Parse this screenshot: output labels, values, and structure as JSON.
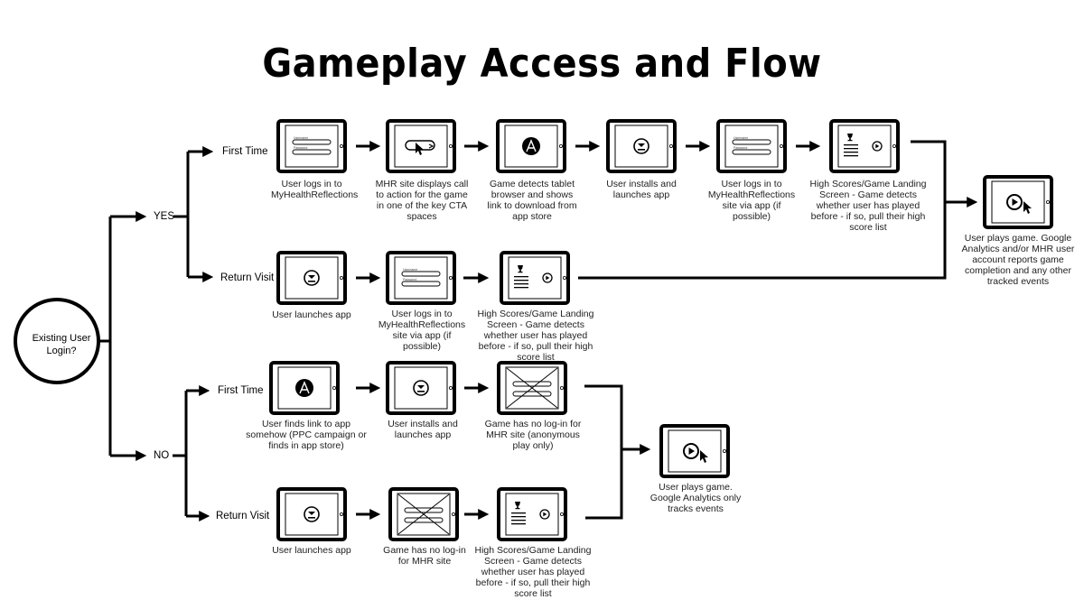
{
  "title": "Gameplay Access and Flow",
  "start": {
    "question": "Existing User Login?"
  },
  "branches": {
    "yes": "YES",
    "no": "NO",
    "yes_first": "First Time",
    "yes_return": "Return Visit",
    "no_first": "First Time",
    "no_return": "Return Visit"
  },
  "steps": {
    "yf1": "User logs in to MyHealthReflections",
    "yf2": "MHR site displays call to action for the game in one of the key CTA spaces",
    "yf3": "Game detects tablet browser and shows link to download from app store",
    "yf4": "User installs and launches app",
    "yf5": "User logs in to MyHealthReflections site via app (if possible)",
    "yf6": "High Scores/Game Landing Screen - Game detects whether user has played before - if so, pull their high score list",
    "yr1": "User launches app",
    "yr2": "User logs in to MyHealthReflections site via app (if possible)",
    "yr3": "High Scores/Game Landing Screen - Game detects whether user has played before - if so, pull their high score list",
    "yes_end": "User plays game. Google Analytics and/or MHR user account reports game completion and any other tracked events",
    "nf1": "User finds link to app somehow (PPC campaign or finds in app store)",
    "nf2": "User installs and launches app",
    "nf3": "Game has no log-in for MHR site (anonymous play only)",
    "nr1": "User launches app",
    "nr2": "Game has no log-in for MHR site",
    "nr3": "High Scores/Game Landing Screen - Game detects whether user has played before - if so, pull their high score list",
    "no_end": "User plays game. Google Analytics only tracks events"
  },
  "field_labels": {
    "username": "Username",
    "password": "Password"
  },
  "icons": [
    "login-form-icon",
    "cta-pointer-icon",
    "app-store-icon",
    "download-icon",
    "trophy-icon",
    "play-icon",
    "crossed-login-icon",
    "play-pointer-icon"
  ]
}
